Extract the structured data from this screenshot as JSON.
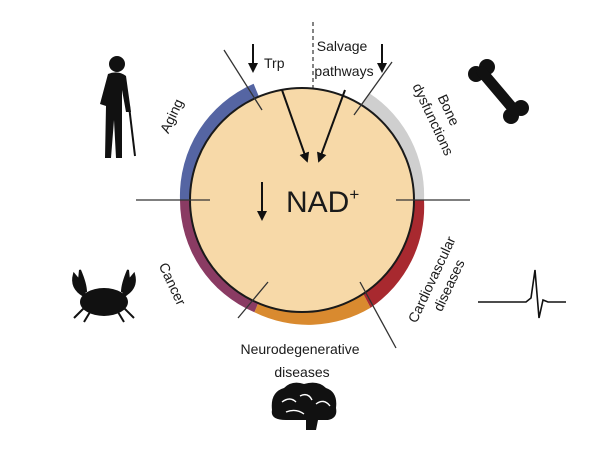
{
  "center": {
    "label": "NAD",
    "superscript": "+",
    "fill": "#f7d9a8"
  },
  "inputs": [
    {
      "id": "trp",
      "label": "Trp"
    },
    {
      "id": "salvage",
      "label_lines": [
        "Salvage",
        "pathways"
      ]
    }
  ],
  "segments": [
    {
      "id": "aging",
      "label": "Aging",
      "color": "#5565a3",
      "icon": "elderly-person-with-cane-icon"
    },
    {
      "id": "bone",
      "label_lines": [
        "Bone",
        "dysfunctions"
      ],
      "color": "#cfcfcf",
      "icon": "bone-icon"
    },
    {
      "id": "cardio",
      "label_lines": [
        "Cardiovascular",
        "diseases"
      ],
      "color": "#a8292f",
      "icon": "ecg-trace-icon"
    },
    {
      "id": "neuro",
      "label_lines": [
        "Neurodegenerative",
        "diseases"
      ],
      "color": "#d98a2f",
      "icon": "brain-icon"
    },
    {
      "id": "cancer",
      "label": "Cancer",
      "color": "#8a3b63",
      "icon": "crab-icon"
    }
  ]
}
